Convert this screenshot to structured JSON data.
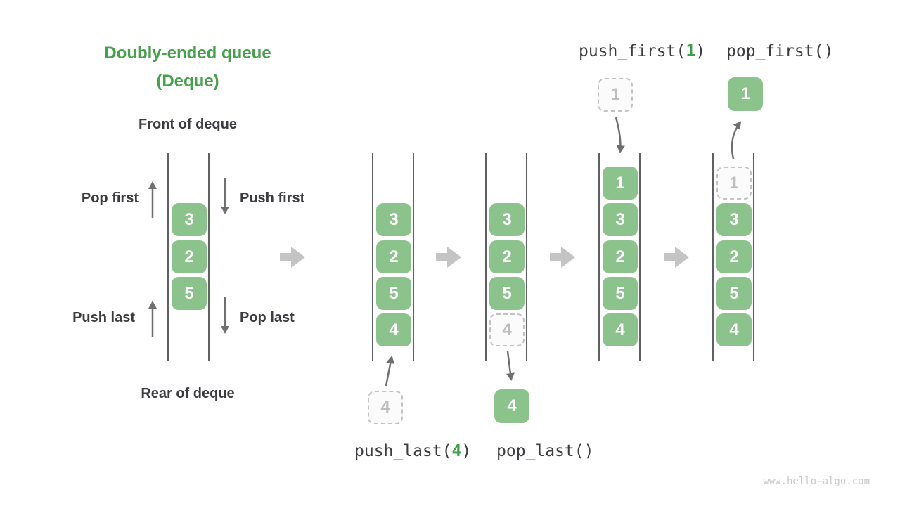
{
  "title": {
    "line1": "Doubly-ended queue",
    "line2": "(Deque)"
  },
  "labels": {
    "front": "Front of deque",
    "rear": "Rear of deque",
    "pop_first": "Pop first",
    "push_first": "Push first",
    "push_last": "Push last",
    "pop_last": "Pop last"
  },
  "operations": {
    "push_first_prefix": "push_first(",
    "push_first_arg": "1",
    "push_first_suffix": ")",
    "pop_first": "pop_first()",
    "push_last_prefix": "push_last(",
    "push_last_arg": "4",
    "push_last_suffix": ")",
    "pop_last": "pop_last()"
  },
  "stacks": [
    {
      "id": "deque-initial",
      "cells": [
        {
          "value": "3",
          "row": 1,
          "style": "solid"
        },
        {
          "value": "2",
          "row": 2,
          "style": "solid"
        },
        {
          "value": "5",
          "row": 3,
          "style": "solid"
        }
      ]
    },
    {
      "id": "deque-after-push-last",
      "cells": [
        {
          "value": "3",
          "row": 1,
          "style": "solid"
        },
        {
          "value": "2",
          "row": 2,
          "style": "solid"
        },
        {
          "value": "5",
          "row": 3,
          "style": "solid"
        },
        {
          "value": "4",
          "row": 4,
          "style": "solid"
        }
      ]
    },
    {
      "id": "deque-after-pop-last",
      "cells": [
        {
          "value": "3",
          "row": 1,
          "style": "solid"
        },
        {
          "value": "2",
          "row": 2,
          "style": "solid"
        },
        {
          "value": "5",
          "row": 3,
          "style": "solid"
        },
        {
          "value": "4",
          "row": 4,
          "style": "dashed"
        }
      ]
    },
    {
      "id": "deque-after-push-first",
      "cells": [
        {
          "value": "1",
          "row": 0,
          "style": "solid"
        },
        {
          "value": "3",
          "row": 1,
          "style": "solid"
        },
        {
          "value": "2",
          "row": 2,
          "style": "solid"
        },
        {
          "value": "5",
          "row": 3,
          "style": "solid"
        },
        {
          "value": "4",
          "row": 4,
          "style": "solid"
        }
      ]
    },
    {
      "id": "deque-after-pop-first",
      "cells": [
        {
          "value": "1",
          "row": 0,
          "style": "dashed"
        },
        {
          "value": "3",
          "row": 1,
          "style": "solid"
        },
        {
          "value": "2",
          "row": 2,
          "style": "solid"
        },
        {
          "value": "5",
          "row": 3,
          "style": "solid"
        },
        {
          "value": "4",
          "row": 4,
          "style": "solid"
        }
      ]
    }
  ],
  "floating_cells": {
    "push_last_input": {
      "value": "4",
      "style": "dashed"
    },
    "pop_last_output": {
      "value": "4",
      "style": "solid"
    },
    "push_first_input": {
      "value": "1",
      "style": "dashed"
    },
    "pop_first_output": {
      "value": "1",
      "style": "solid"
    }
  },
  "colors": {
    "box_green": "#8CC28C",
    "title_green": "#46A14B",
    "arg_green": "#3E9E44",
    "text_dark": "#3A3C3F",
    "arrow_gray": "#6F6F6F",
    "big_arrow_gray": "#C4C4C4",
    "dashed_border": "#C2C2C2",
    "line_gray": "#5E6063",
    "watermark_gray": "#C9C9C9"
  },
  "watermark": "www.hello-algo.com"
}
